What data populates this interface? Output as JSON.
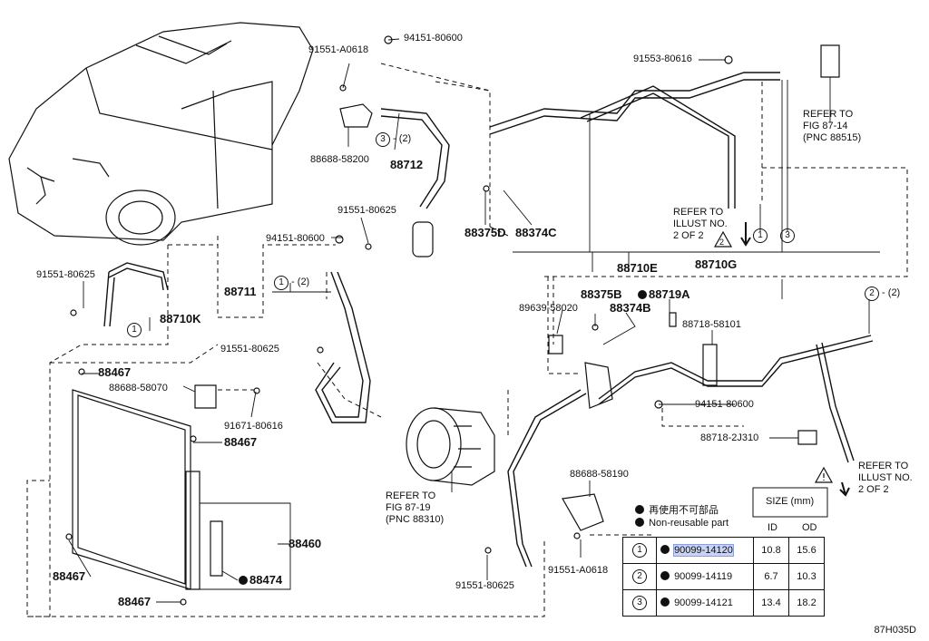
{
  "diagram": {
    "figure_id": "87H035D",
    "parts": {
      "p94151_80600_top": "94151-80600",
      "p91551_a0618_top": "91551-A0618",
      "p88688_58200": "88688-58200",
      "p88712": "88712",
      "p91553_80616": "91553-80616",
      "p88375d": "88375D",
      "p88374c": "88374C",
      "p88710e": "88710E",
      "p88710g": "88710G",
      "p91551_80625_mid": "91551-80625",
      "p94151_80600_mid": "94151-80600",
      "p88711": "88711",
      "p91551_80625_left": "91551-80625",
      "p88710k": "88710K",
      "p91551_80625_lower": "91551-80625",
      "p88467_a": "88467",
      "p88688_58070": "88688-58070",
      "p91671_80616": "91671-80616",
      "p88467_b": "88467",
      "p88460": "88460",
      "p88474": "88474",
      "p88467_c": "88467",
      "p88467_d": "88467",
      "p89639_58020": "89639-58020",
      "p88375b": "88375B",
      "p88719a": "88719A",
      "p88374b": "88374B",
      "p88718_58101": "88718-58101",
      "p94151_80600_right": "94151-80600",
      "p88718_2j310": "88718-2J310",
      "p88688_58190": "88688-58190",
      "p91551_a0618_bottom": "91551-A0618",
      "p91551_80625_bottom": "91551-80625"
    },
    "callouts": {
      "c3_2": "(2)",
      "c1_2": "(2)",
      "c2_2": "(2)",
      "circle1": "1",
      "circle2": "2",
      "circle3": "3"
    },
    "references": {
      "fig87_14": "REFER TO\nFIG 87-14\n(PNC 88515)",
      "fig87_19": "REFER TO\nFIG 87-19\n(PNC 88310)",
      "illust_top": "REFER TO\nILLUST NO.\n2 OF 2",
      "illust_right": "REFER TO\nILLUST NO.\n2 OF 2",
      "warn_num": "2"
    },
    "legend": {
      "jp": "再使用不可部品",
      "en": "Non-reusable part"
    },
    "size_table": {
      "header": "SIZE (mm)",
      "col_id": "ID",
      "col_od": "OD",
      "rows": [
        {
          "no": "1",
          "part": "90099-14120",
          "id": "10.8",
          "od": "15.6"
        },
        {
          "no": "2",
          "part": "90099-14119",
          "id": "6.7",
          "od": "10.3"
        },
        {
          "no": "3",
          "part": "90099-14121",
          "id": "13.4",
          "od": "18.2"
        }
      ]
    }
  }
}
